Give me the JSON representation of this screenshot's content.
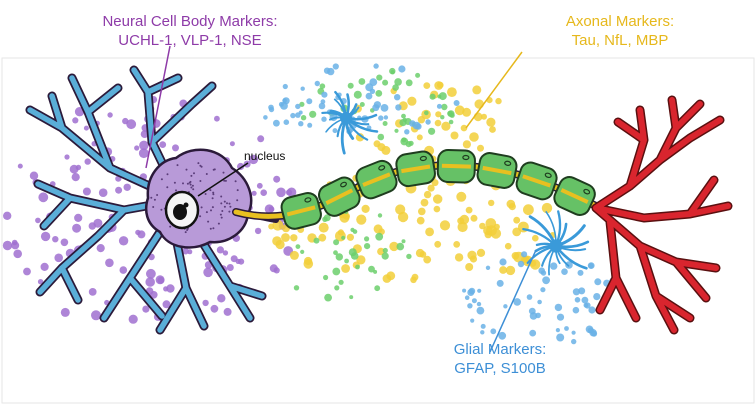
{
  "colors": {
    "neuron_body": "#b89ad8",
    "neuron_outline": "#2b1a3a",
    "dendrite": "#5aaed8",
    "myelin": "#66c166",
    "axon_core": "#e8c020",
    "terminal": "#d9252e",
    "glia": "#3a9ad9",
    "dot_purple": "#a070d0",
    "dot_yellow": "#f2cf3a",
    "dot_green": "#6ccf6c",
    "dot_blue": "#6ab2e6",
    "cell_label": "#8e3ba8",
    "axon_label": "#e6b81c",
    "glia_label": "#3d8fd6"
  },
  "labels": {
    "cell_body": {
      "title": "Neural Cell Body Markers:",
      "items": "UCHL-1, VLP-1, NSE"
    },
    "axonal": {
      "title": "Axonal Markers:",
      "items": "Tau, NfL, MBP"
    },
    "glial": {
      "title": "Glial Markers:",
      "items": "GFAP, S100B"
    },
    "nucleus": "nucleus"
  },
  "icons": [
    "neuron-cell-body-icon",
    "nucleus-icon",
    "dendrite-icon",
    "myelin-sheath-icon",
    "axon-terminal-icon",
    "glial-cell-icon"
  ]
}
